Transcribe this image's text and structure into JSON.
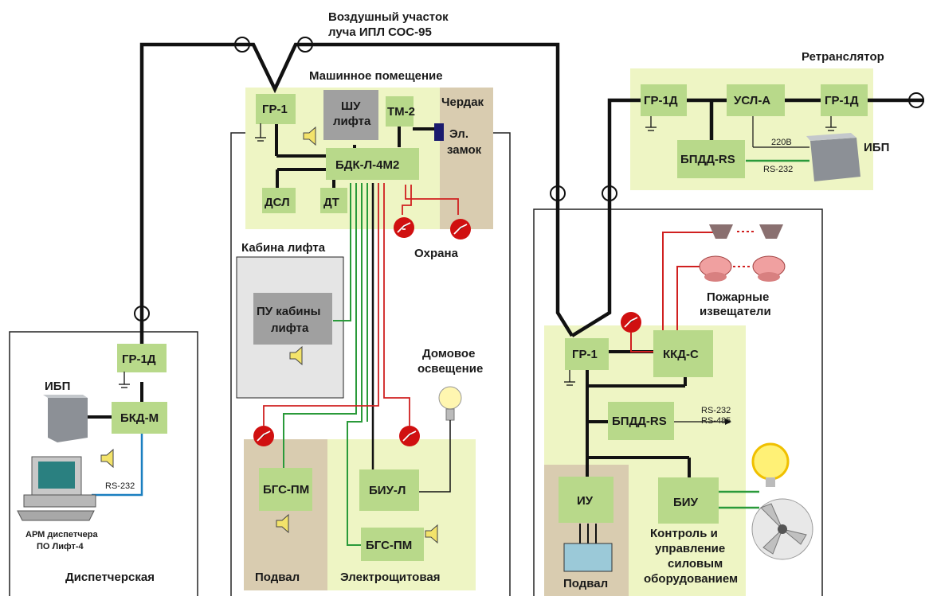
{
  "title": {
    "line1": "Воздушный участок",
    "line2": "луча ИПЛ СОС-95"
  },
  "regions": {
    "machine_room": "Машинное помещение",
    "attic": "Чердак",
    "cabin": "Кабина лифта",
    "dispatch": "Диспетчерская",
    "retranslator": "Ретранслятор",
    "basement_left": "Подвал",
    "switchroom": "Электрощитовая",
    "basement_right": "Подвал",
    "security": "Охрана",
    "home_lighting": {
      "line1": "Домовое",
      "line2": "освещение"
    },
    "fire_detectors": {
      "line1": "Пожарные",
      "line2": "извещатели"
    },
    "power_control": {
      "line1": "Контроль и",
      "line2": "управление",
      "line3": "силовым",
      "line4": "оборудованием"
    }
  },
  "blocks": {
    "gr1_machine": "ГР-1",
    "shu": {
      "line1": "ШУ",
      "line2": "лифта"
    },
    "tm2": "ТМ-2",
    "el_lock": {
      "line1": "Эл.",
      "line2": "замок"
    },
    "bdk": "БДК-Л-4М2",
    "dsl": "ДСЛ",
    "dt": "ДТ",
    "pu_cabin": {
      "line1": "ПУ кабины",
      "line2": "лифта"
    },
    "bgs_basement": "БГС-ПМ",
    "biu_l": "БИУ-Л",
    "bgs_switch": "БГС-ПМ",
    "gr1d_dispatch": "ГР-1Д",
    "bkd_m": "БКД-М",
    "ups_dispatch": "ИБП",
    "arm": {
      "line1": "АРМ диспетчера",
      "line2": "ПО Лифт-4"
    },
    "rs232_dispatch": "RS-232",
    "gr1d_ret_left": "ГР-1Д",
    "usl_a": "УСЛ-А",
    "gr1d_ret_right": "ГР-1Д",
    "bpdd_ret": "БПДД-RS",
    "ups_ret": "ИБП",
    "v220": "220В",
    "rs232_ret": "RS-232",
    "gr1_right": "ГР-1",
    "kkd_s": "ККД-С",
    "bpdd_right": "БПДД-RS",
    "rs_out": {
      "line1": "RS-232",
      "line2": "RS-485"
    },
    "iu": "ИУ",
    "biu": "БИУ"
  },
  "colors": {
    "block_green": "#b8d98a",
    "area_yellow": "#eef5c4",
    "area_tan": "#d9ccb0",
    "wire_green": "#2a9a3a",
    "wire_red": "#d02020",
    "wire_blue": "#1a7fc0",
    "alarm_red": "#d01010"
  }
}
